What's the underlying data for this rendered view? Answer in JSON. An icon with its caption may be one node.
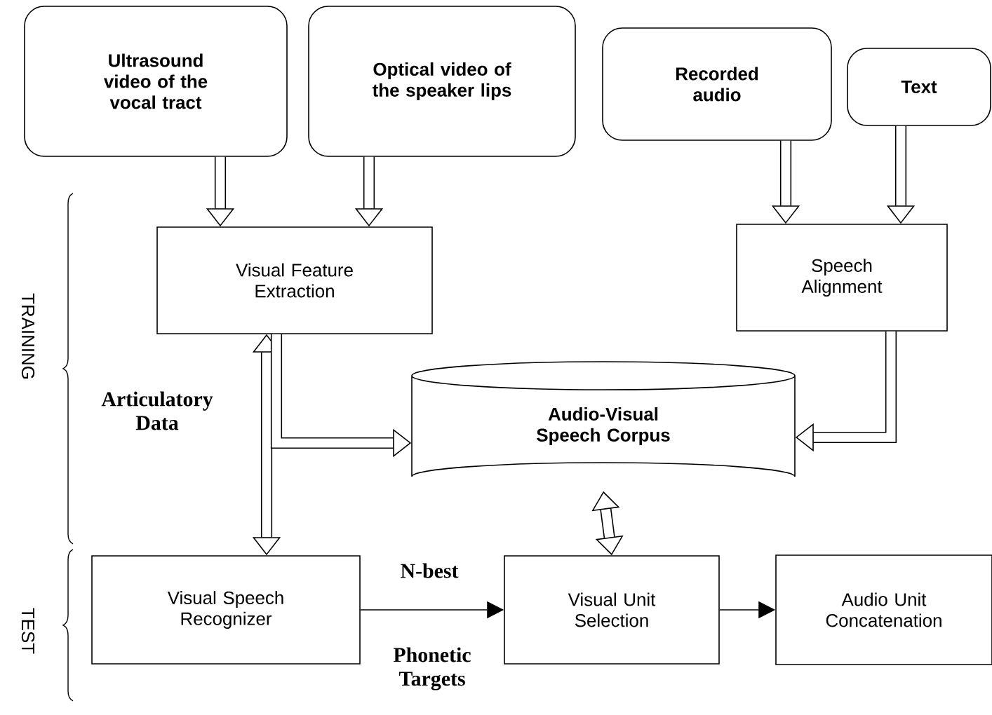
{
  "diagram": {
    "nodes": [
      {
        "text": [
          "Ultrasound video of the vocal tract"
        ]
      },
      {
        "text": [
          "Optical video of the speaker lips"
        ]
      },
      {
        "text": [
          "Recorded audio"
        ]
      },
      {
        "text": [
          "Text"
        ]
      },
      {
        "text": [
          "Visual Feature Extraction"
        ]
      },
      {
        "text": [
          "Speech Alignment"
        ]
      },
      {
        "text": [
          "Audio-Visual Speech Corpus"
        ]
      },
      {
        "text": [
          "Visual Speech Recognizer"
        ]
      },
      {
        "text": [
          "Visual Unit Selection"
        ]
      },
      {
        "text": [
          "Audio Unit Concatenation"
        ]
      }
    ],
    "edges": [
      {
        "from": 0,
        "to": 4,
        "arrow": "to"
      },
      {
        "from": 1,
        "to": 4,
        "arrow": "to"
      },
      {
        "from": 2,
        "to": 5,
        "arrow": "to"
      },
      {
        "from": 3,
        "to": 5,
        "arrow": "to"
      },
      {
        "from": 4,
        "to": 7,
        "arrow": "both"
      },
      {
        "from": 4,
        "to": 6,
        "arrow": "to"
      },
      {
        "from": 5,
        "to": 6,
        "arrow": "to"
      },
      {
        "from": 6,
        "to": 8,
        "arrow": "both"
      },
      {
        "from": 7,
        "to": 8,
        "arrow": "to"
      },
      {
        "from": 8,
        "to": 9,
        "arrow": "to"
      }
    ],
    "labels": [
      "TRAINING",
      "TEST",
      "Articulatory Data",
      "N-best",
      "Phonetic Targets"
    ]
  }
}
